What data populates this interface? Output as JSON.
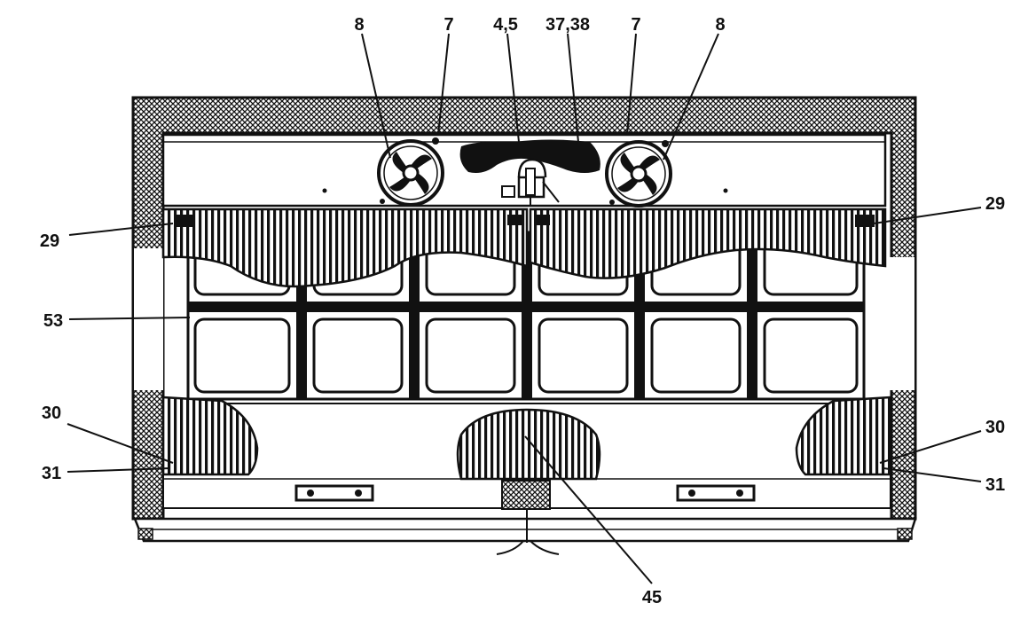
{
  "labels": {
    "fan_left": "8",
    "fan_left_edge": "7",
    "center_a": "4,5",
    "center_b": "37,38",
    "fan_right_edge": "7",
    "fan_right": "8",
    "left_29": "29",
    "right_29": "29",
    "left_53": "53",
    "left_30": "30",
    "left_31": "31",
    "right_30": "30",
    "right_31": "31",
    "bottom_45": "45"
  },
  "colors": {
    "ink": "#111111",
    "paper": "#ffffff"
  }
}
